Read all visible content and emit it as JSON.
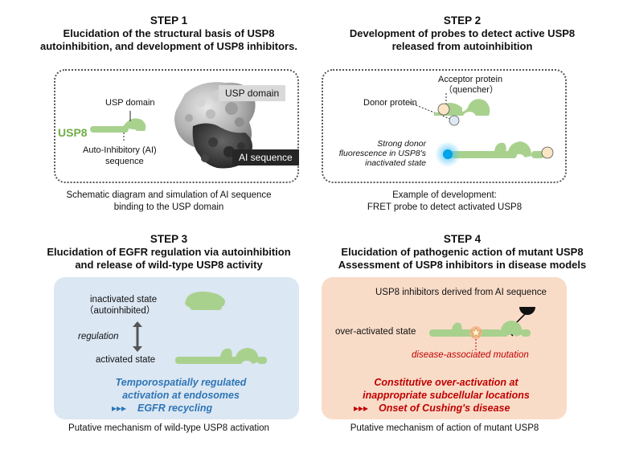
{
  "step1": {
    "label": "STEP 1",
    "title_line1": "Elucidation of the structural basis of USP8",
    "title_line2": "autoinhibition, and development of USP8 inhibitors.",
    "usp_domain_label": "USP domain",
    "usp8_label": "USP8",
    "ai_label_line1": "Auto-Inhibitory (AI)",
    "ai_label_line2": "sequence",
    "structure_usp_tag": "USP domain",
    "structure_ai_tag": "AI  sequence",
    "caption_line1": "Schematic diagram and simulation of AI sequence",
    "caption_line2": "binding to the USP domain"
  },
  "step2": {
    "label": "STEP 2",
    "title_line1": "Development of probes to detect active USP8",
    "title_line2": "released from autoinhibition",
    "acceptor_line1": "Acceptor protein",
    "acceptor_line2": "（quencher）",
    "donor_label": "Donor protein",
    "strong_line1": "Strong donor",
    "strong_line2": "fluorescence in USP8's",
    "strong_line3": "inactivated state",
    "caption_line1": "Example of development:",
    "caption_line2": "FRET probe to detect activated USP8"
  },
  "step3": {
    "label": "STEP 3",
    "title_line1": "Elucidation of EGFR regulation via autoinhibition",
    "title_line2": "and release of wild-type USP8 activity",
    "inactivated_line1": "inactivated state",
    "inactivated_line2": "（autoinhibited）",
    "regulation_label": "regulation",
    "activated_label": "activated state",
    "highlight_line1": "Temporospatially regulated",
    "highlight_line2": "activation at endosomes",
    "highlight_line3": "EGFR recycling",
    "arrows": "▸▸▸",
    "caption": "Putative mechanism of wild-type USP8 activation"
  },
  "step4": {
    "label": "STEP 4",
    "title_line1": "Elucidation of pathogenic action of mutant USP8",
    "title_line2": "Assessment  of USP8 inhibitors in disease models",
    "inhibitors_label": "USP8 inhibitors derived from AI sequence",
    "overactivated_label": "over-activated state",
    "mutation_label": "disease-associated mutation",
    "highlight_line1": "Constitutive  over-activation at",
    "highlight_line2": "inappropriate subcellular locations",
    "highlight_line3": "Onset of Cushing's disease",
    "arrows": "▸▸▸",
    "caption": "Putative mechanism of action of mutant USP8"
  },
  "colors": {
    "protein_green": "#a9d18e",
    "usp8_text_green": "#70ad47",
    "step3_blue_text": "#2e75b6",
    "step4_red_text": "#c00000",
    "step3_bg": "#dbe7f3",
    "step4_bg": "#f9dcc8"
  }
}
